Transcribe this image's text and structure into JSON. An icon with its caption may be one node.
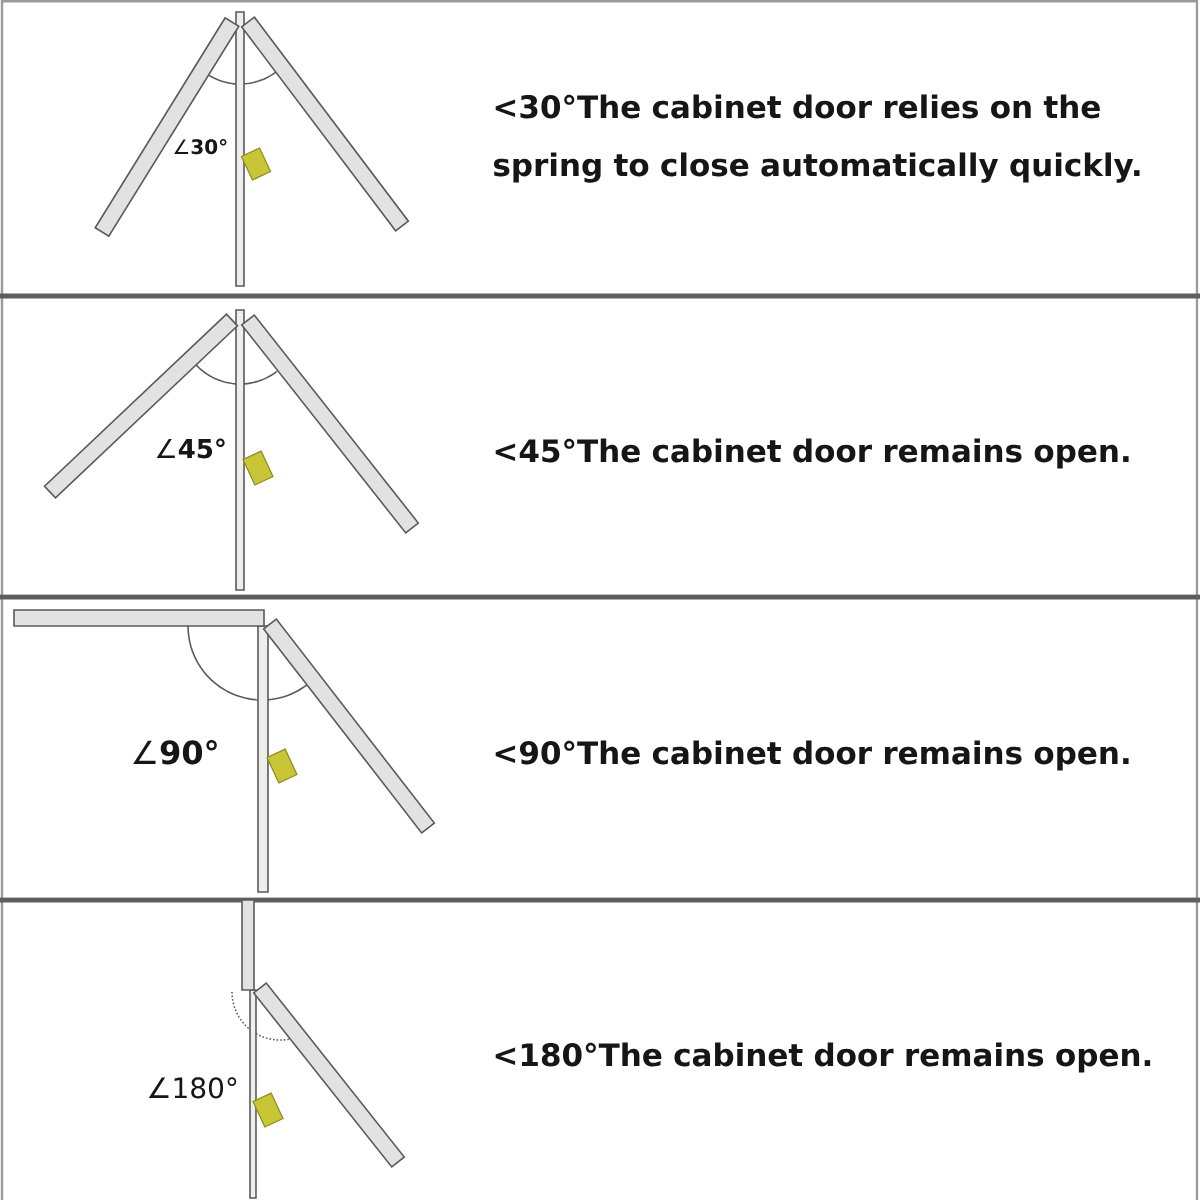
{
  "diagram": {
    "labels": [
      "∠**30°**",
      "<30°The cabinet door relies on the spring to close automatically quickly.",
      "∠**45°**",
      "<45°The cabinet door remains open.",
      "∠**90°**",
      "<90°The cabinet door remains open.",
      "∠180°",
      "<180°The cabinet door remains open."
    ]
  }
}
